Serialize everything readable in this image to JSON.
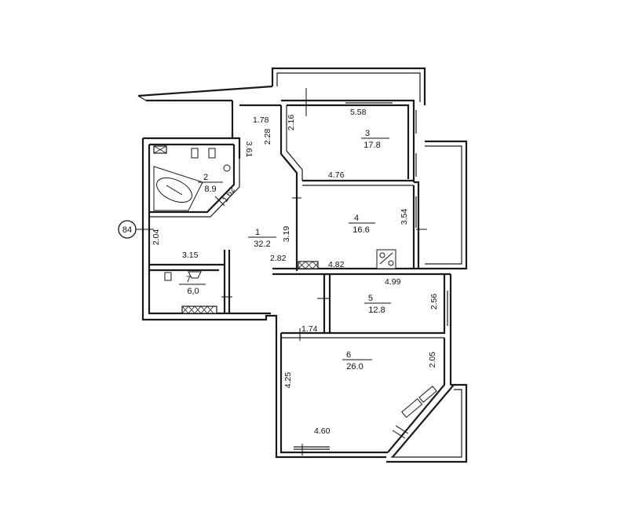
{
  "plan_marker": "84",
  "rooms": [
    {
      "id": "1",
      "area": "32.2"
    },
    {
      "id": "2",
      "area": "8.9"
    },
    {
      "id": "3",
      "area": "17.8"
    },
    {
      "id": "4",
      "area": "16.6"
    },
    {
      "id": "5",
      "area": "12.8"
    },
    {
      "id": "6",
      "area": "26.0"
    },
    {
      "id": "7",
      "area": "6,0"
    }
  ],
  "dimensions": [
    "1.78",
    "2.16",
    "5.58",
    "2.28",
    "3.61",
    "4.76",
    "1.62",
    "3.54",
    "3.19",
    "2.82",
    "4.82",
    "2.04",
    "3.15",
    "4.99",
    "2.56",
    "1.74",
    "2.05",
    "4.25",
    "4.60"
  ]
}
